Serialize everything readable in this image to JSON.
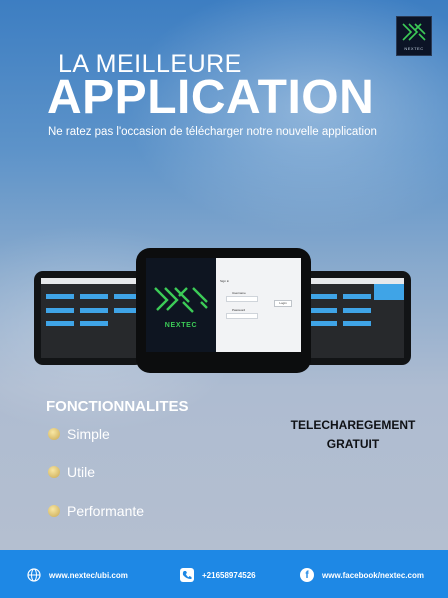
{
  "brand": {
    "logo_text": "NEXTEC"
  },
  "hero": {
    "line1": "LA MEILLEURE",
    "line2": "APPLICATION",
    "tagline": "Ne ratez pas l'occasion de télécharger notre nouvelle application"
  },
  "device_main": {
    "logo_text": "NEXTEC",
    "form": {
      "title": "Sign in",
      "field1_label": "Username",
      "field2_label": "Password",
      "button_label": "Login"
    }
  },
  "features": {
    "title": "FONCTIONNALITES",
    "items": [
      "Simple",
      "Utile",
      "Performante"
    ]
  },
  "promo": {
    "line1": "TELECHAREGEMENT",
    "line2": "GRATUIT"
  },
  "footer": {
    "website": "www.nextec/ubi.com",
    "phone": "+21658974526",
    "facebook": "www.facebook/nextec.com",
    "icons": [
      "globe-icon",
      "phone-icon",
      "facebook-icon"
    ]
  },
  "colors": {
    "accent": "#1e88e5",
    "logo_green": "#3ccb57",
    "button_blue": "#3fa4e7"
  }
}
